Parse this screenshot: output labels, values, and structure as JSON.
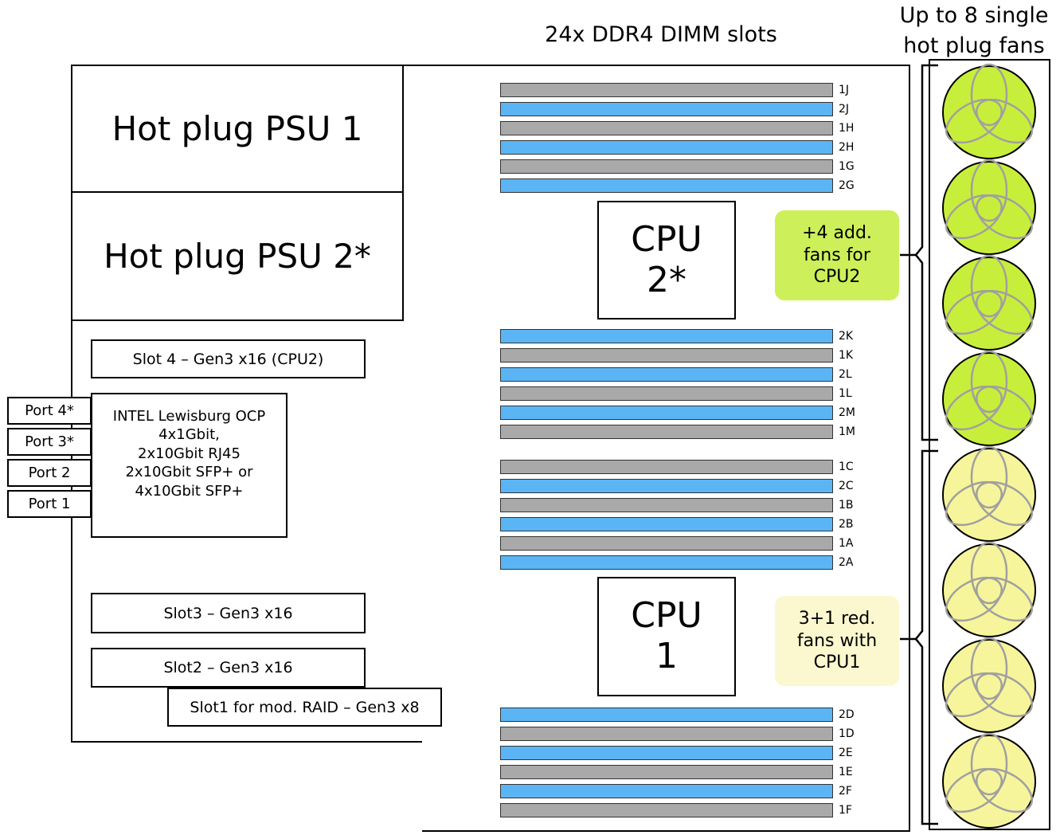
{
  "headings": {
    "dimm_title": "24x DDR4 DIMM slots",
    "fans_line1": "Up to 8 single",
    "fans_line2": "hot plug fans"
  },
  "psus": [
    {
      "label": "Hot plug PSU 1"
    },
    {
      "label": "Hot plug PSU 2*"
    }
  ],
  "slots": {
    "slot4": "Slot 4 – Gen3 x16 (CPU2)",
    "slot3": "Slot3 – Gen3 x16",
    "slot2": "Slot2 – Gen3 x16",
    "slot1": "Slot1 for mod. RAID – Gen3 x8"
  },
  "ports": [
    "Port 4*",
    "Port 3*",
    "Port 2",
    "Port 1"
  ],
  "nic": {
    "lines": [
      "INTEL Lewisburg OCP",
      "4x1Gbit,",
      "2x10Gbit RJ45",
      "2x10Gbit SFP+ or",
      "4x10Gbit SFP+"
    ]
  },
  "cpus": {
    "cpu2": {
      "line1": "CPU",
      "line2": "2*"
    },
    "cpu1": {
      "line1": "CPU",
      "line2": "1"
    }
  },
  "dimm_groups": [
    {
      "labels": [
        "1J",
        "2J",
        "1H",
        "2H",
        "1G",
        "2G"
      ],
      "colors": [
        "gray",
        "blue",
        "gray",
        "blue",
        "gray",
        "blue"
      ]
    },
    {
      "labels": [
        "2K",
        "1K",
        "2L",
        "1L",
        "2M",
        "1M"
      ],
      "colors": [
        "blue",
        "gray",
        "blue",
        "gray",
        "blue",
        "gray"
      ]
    },
    {
      "labels": [
        "1C",
        "2C",
        "1B",
        "2B",
        "1A",
        "2A"
      ],
      "colors": [
        "gray",
        "blue",
        "gray",
        "blue",
        "gray",
        "blue"
      ]
    },
    {
      "labels": [
        "2D",
        "1D",
        "2E",
        "1E",
        "2F",
        "1F"
      ],
      "colors": [
        "blue",
        "gray",
        "blue",
        "gray",
        "blue",
        "gray"
      ]
    }
  ],
  "notes": {
    "cpu2_fans": [
      "+4 add.",
      "fans for",
      "CPU2"
    ],
    "cpu1_fans": [
      "3+1 red.",
      "fans with",
      "CPU1"
    ]
  },
  "fans": {
    "count": 8,
    "cpu2_color": "#c8ee3c",
    "cpu1_color": "#f7f59b"
  },
  "colors": {
    "dimm_blue": "#5bb5f5",
    "dimm_gray": "#a9a9a9",
    "note_green": "#cdef5a",
    "note_yellow": "#fbf8cf"
  }
}
